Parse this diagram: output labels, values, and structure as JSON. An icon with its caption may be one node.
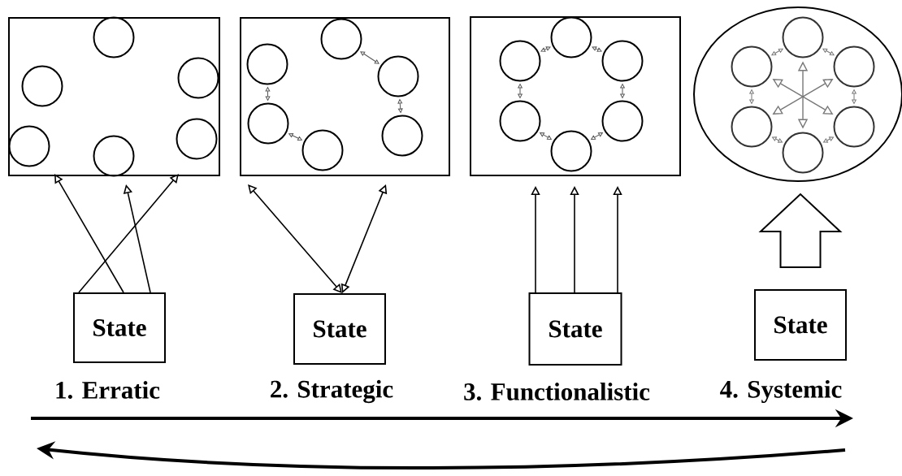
{
  "diagram": {
    "nodes": [
      {
        "text": [],
        "shape": "box"
      },
      {
        "text": [],
        "shape": "circle",
        "in": 0
      },
      {
        "text": [],
        "shape": "circle",
        "in": 0
      },
      {
        "text": [],
        "shape": "circle",
        "in": 0
      },
      {
        "text": [],
        "shape": "circle",
        "in": 0
      },
      {
        "text": [],
        "shape": "circle",
        "in": 0
      },
      {
        "text": [],
        "shape": "circle",
        "in": 0
      },
      {
        "text": [],
        "shape": "box"
      },
      {
        "text": [],
        "shape": "circle",
        "in": 7
      },
      {
        "text": [],
        "shape": "circle",
        "in": 7
      },
      {
        "text": [],
        "shape": "circle",
        "in": 7
      },
      {
        "text": [],
        "shape": "circle",
        "in": 7
      },
      {
        "text": [],
        "shape": "circle",
        "in": 7
      },
      {
        "text": [],
        "shape": "circle",
        "in": 7
      },
      {
        "text": [],
        "shape": "box"
      },
      {
        "text": [],
        "shape": "circle",
        "in": 14
      },
      {
        "text": [],
        "shape": "circle",
        "in": 14
      },
      {
        "text": [],
        "shape": "circle",
        "in": 14
      },
      {
        "text": [],
        "shape": "circle",
        "in": 14
      },
      {
        "text": [],
        "shape": "circle",
        "in": 14
      },
      {
        "text": [],
        "shape": "circle",
        "in": 14
      },
      {
        "text": [],
        "shape": "ellipse"
      },
      {
        "text": [],
        "shape": "circle",
        "in": 21
      },
      {
        "text": [],
        "shape": "circle",
        "in": 21
      },
      {
        "text": [],
        "shape": "circle",
        "in": 21
      },
      {
        "text": [],
        "shape": "circle",
        "in": 21
      },
      {
        "text": [],
        "shape": "circle",
        "in": 21
      },
      {
        "text": [],
        "shape": "circle",
        "in": 21
      },
      {
        "text": [
          "State"
        ]
      },
      {
        "text": [
          "State"
        ]
      },
      {
        "text": [
          "State"
        ]
      },
      {
        "text": [
          "State"
        ]
      }
    ],
    "edges": [
      {
        "from": 28,
        "to": 0,
        "arrow": "to",
        "color": "#000000"
      },
      {
        "from": 28,
        "to": 0,
        "arrow": "to",
        "color": "#000000"
      },
      {
        "from": 28,
        "to": 0,
        "arrow": "to",
        "color": "#000000"
      },
      {
        "from": 29,
        "to": 7,
        "arrow": "both",
        "color": "#000000"
      },
      {
        "from": 29,
        "to": 7,
        "arrow": "both",
        "color": "#000000"
      },
      {
        "from": 30,
        "to": 14,
        "arrow": "to",
        "color": "#000000"
      },
      {
        "from": 30,
        "to": 14,
        "arrow": "to",
        "color": "#000000"
      },
      {
        "from": 30,
        "to": 14,
        "arrow": "to",
        "color": "#000000"
      },
      {
        "from": 31,
        "to": 21,
        "arrow": "to",
        "style": "thick",
        "color": "#000000"
      },
      {
        "from": 8,
        "to": 10,
        "arrow": "both",
        "color": "#555555"
      },
      {
        "from": 9,
        "to": 11,
        "arrow": "both",
        "color": "#555555"
      },
      {
        "from": 11,
        "to": 12,
        "arrow": "both",
        "color": "#555555"
      },
      {
        "from": 10,
        "to": 13,
        "arrow": "both",
        "color": "#555555"
      },
      {
        "from": 15,
        "to": 16,
        "arrow": "both",
        "color": "#555555"
      },
      {
        "from": 15,
        "to": 17,
        "arrow": "both",
        "color": "#555555"
      },
      {
        "from": 16,
        "to": 18,
        "arrow": "both",
        "color": "#555555"
      },
      {
        "from": 17,
        "to": 19,
        "arrow": "both",
        "color": "#555555"
      },
      {
        "from": 18,
        "to": 20,
        "arrow": "both",
        "color": "#555555"
      },
      {
        "from": 19,
        "to": 20,
        "arrow": "both",
        "color": "#555555"
      },
      {
        "from": 22,
        "to": 23,
        "arrow": "both",
        "color": "#777777"
      },
      {
        "from": 22,
        "to": 24,
        "arrow": "both",
        "color": "#777777"
      },
      {
        "from": 23,
        "to": 25,
        "arrow": "both",
        "color": "#777777"
      },
      {
        "from": 24,
        "to": 26,
        "arrow": "both",
        "color": "#777777"
      },
      {
        "from": 25,
        "to": 27,
        "arrow": "both",
        "color": "#777777"
      },
      {
        "from": 26,
        "to": 27,
        "arrow": "both",
        "color": "#777777"
      },
      {
        "from": 22,
        "to": 27,
        "arrow": "both",
        "color": "#777777"
      },
      {
        "from": 23,
        "to": 26,
        "arrow": "both",
        "color": "#777777"
      },
      {
        "from": 24,
        "to": 25,
        "arrow": "both",
        "color": "#777777"
      }
    ],
    "labels": [
      "1. Erratic",
      "2. Strategic",
      "3. Functionalistic",
      "4. Systemic"
    ]
  }
}
